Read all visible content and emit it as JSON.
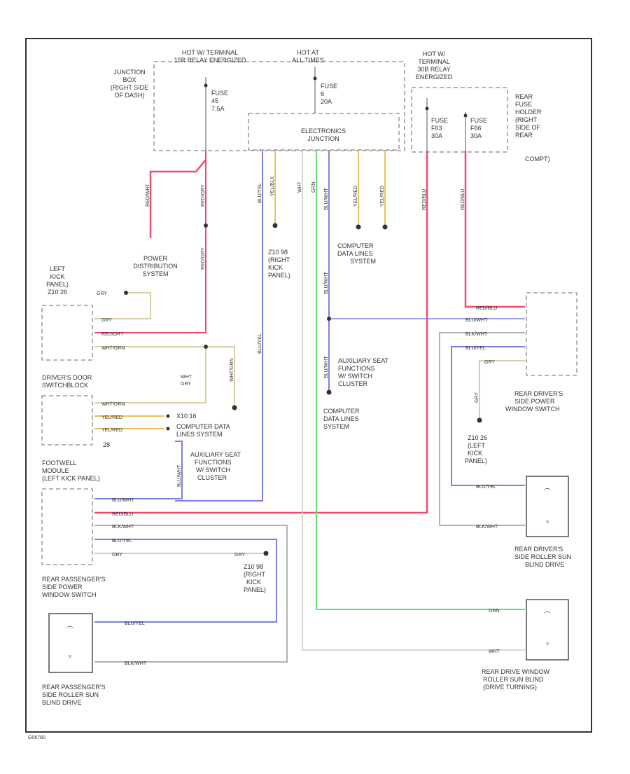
{
  "colors": {
    "red": "#f04a6e",
    "blue": "#7b80e6",
    "yellow": "#e8c25a",
    "tan": "#d9cfa2",
    "green": "#66e06a",
    "gray": "#9a9a9a",
    "white": "#c8c8c8"
  },
  "labels": {
    "hot_terminal_1": "HOT W/ TERMINAL",
    "hot_terminal_1b": "15R RELAY ENERGIZED",
    "hot_at_all_times_1": "HOT AT",
    "hot_at_all_times_2": "ALL TIMES",
    "hot_terminal_2": "HOT W/",
    "hot_terminal_2b": "TERMINAL",
    "hot_terminal_2c": "30B RELAY",
    "hot_terminal_2d": "ENERGIZED",
    "junction_box_1": "JUNCTION",
    "junction_box_2": "BOX",
    "junction_box_3": "(RIGHT SIDE",
    "junction_box_4": "OF DASH)",
    "fuse_a_1": "FUSE",
    "fuse_a_2": "45",
    "fuse_a_3": "7.5A",
    "fuse_b_1": "FUSE",
    "fuse_b_2": "6",
    "fuse_b_3": "20A",
    "fuse_c_1": "FUSE",
    "fuse_c_2": "F63",
    "fuse_c_3": "30A",
    "fuse_d_1": "FUSE",
    "fuse_d_2": "F66",
    "fuse_d_3": "30A",
    "electronics_junction_1": "ELECTRONICS",
    "electronics_junction_2": "JUNCTION",
    "rear_fuse_1": "REAR",
    "rear_fuse_2": "FUSE",
    "rear_fuse_3": "HOLDER",
    "rear_fuse_4": "(RIGHT",
    "rear_fuse_5": "SIDE OF",
    "rear_fuse_6": "REAR",
    "rear_fuse_7": "COMPT)",
    "power_dist_1": "POWER",
    "power_dist_2": "DISTRIBUTION",
    "power_dist_3": "SYSTEM",
    "left_kick_1": "LEFT",
    "left_kick_2": "KICK",
    "left_kick_3": "PANEL)",
    "left_kick_4": "Z10 26",
    "right_kick_a1": "Z10 98",
    "right_kick_a2": "(RIGHT",
    "right_kick_a3": "KICK",
    "right_kick_a4": "PANEL)",
    "computer_data_top_1": "COMPUTER",
    "computer_data_top_2": "DATA LINES",
    "computer_data_top_3": "SYSTEM",
    "drivers_door_1": "DRIVER'S DOOR",
    "drivers_door_2": "SWITCHBLOCK",
    "computer_data_mid_1": "COMPUTER DATA",
    "computer_data_mid_2": "LINES SYSTEM",
    "aux_seat_left_1": "AUXILIARY SEAT",
    "aux_seat_left_2": "FUNCTIONS",
    "aux_seat_left_3": "W/ SWITCH",
    "aux_seat_left_4": "CLUSTER",
    "aux_seat_mid_1": "AUXILIARY SEAT",
    "aux_seat_mid_2": "FUNCTIONS",
    "aux_seat_mid_3": "W/ SWITCH",
    "aux_seat_mid_4": "CLUSTER",
    "computer_data_low_1": "COMPUTER",
    "computer_data_low_2": "DATA LINES",
    "computer_data_low_3": "SYSTEM",
    "footwell_1": "FOOTWELL",
    "footwell_2": "MODULE",
    "footwell_3": "(LEFT KICK PANEL)",
    "rear_drivers_power_1": "REAR DRIVER'S",
    "rear_drivers_power_2": "SIDE POWER",
    "rear_drivers_power_3": "WINDOW SWITCH",
    "left_kick_b1": "Z10 26",
    "left_kick_b2": "(LEFT",
    "left_kick_b3": "KICK",
    "left_kick_b4": "PANEL)",
    "rear_drivers_roller_1": "REAR DRIVER'S",
    "rear_drivers_roller_2": "SIDE ROLLER SUN",
    "rear_drivers_roller_3": "BLIND DRIVE",
    "rear_pass_power_1": "REAR PASSENGER'S",
    "rear_pass_power_2": "SIDE POWER",
    "rear_pass_power_3": "WINDOW SWITCH",
    "right_kick_b1": "Z10 98",
    "right_kick_b2": "(RIGHT",
    "right_kick_b3": "KICK",
    "right_kick_b4": "PANEL)",
    "rear_window_roller_1": "REAR DRIVE WINDOW",
    "rear_window_roller_2": "ROLLER SUN BLIND",
    "rear_window_roller_3": "(DRIVE TURNING)",
    "rear_pass_roller_1": "REAR PASSENGER'S",
    "rear_pass_roller_2": "SIDE ROLLER SUN",
    "rear_pass_roller_3": "BLIND DRIVE",
    "pin_28": "28",
    "conn_x10": "X10 16",
    "footer_code": "G06780"
  },
  "wires": {
    "red_wht": "RED/WHT",
    "red_blu": "RED/BLU",
    "red_gry": "RED/GRY",
    "wht_grn": "WHT/GRN",
    "wht": "WHT",
    "gry": "GRY",
    "blu_wht": "BLU/WHT",
    "blu_yel": "BLU/YEL",
    "blk_wht": "BLK/WHT",
    "yel_blk": "YEL/BLK",
    "yel_red": "YEL/RED",
    "grn": "GRN",
    "wht_gry": "WHT/GRY"
  }
}
